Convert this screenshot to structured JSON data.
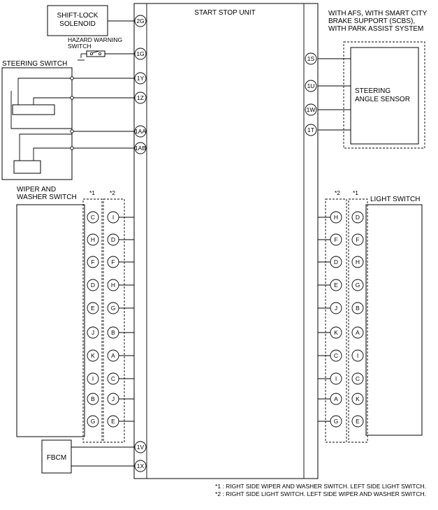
{
  "unit_title": "START STOP UNIT",
  "shift_lock": "SHIFT-LOCK\nSOLENOID",
  "hazard_switch": "HAZARD WARNING\nSWITCH",
  "steering_switch": "STEERING SWITCH",
  "afs_note": "WITH AFS, WITH SMART CITY\nBRAKE SUPPORT (SCBS),\nWITH PARK ASSIST SYSTEM",
  "steering_angle_sensor": "STEERING\nANGLE SENSOR",
  "wiper_switch": "WIPER AND\nWASHER SWITCH",
  "light_switch": "LIGHT SWITCH",
  "fbcm": "FBCM",
  "star1": "*1",
  "star2": "*2",
  "left_connectors": [
    "2G",
    "1G",
    "1Y",
    "1Z",
    "1AA",
    "1AB",
    "1V",
    "1X"
  ],
  "right_connectors": [
    "1S",
    "1U",
    "1W",
    "1T"
  ],
  "wiper_col1": [
    "C",
    "H",
    "F",
    "D",
    "E",
    "J",
    "K",
    "I",
    "B",
    "G"
  ],
  "wiper_col2": [
    "I",
    "D",
    "F",
    "H",
    "G",
    "B",
    "A",
    "C",
    "J",
    "E"
  ],
  "light_col2": [
    "H",
    "F",
    "D",
    "E",
    "J",
    "K",
    "C",
    "I",
    "A",
    "G"
  ],
  "light_col1": [
    "D",
    "F",
    "H",
    "G",
    "B",
    "A",
    "I",
    "C",
    "K",
    "E"
  ],
  "footnotes": [
    "*1 : RIGHT SIDE WIPER AND WASHER SWITCH. LEFT SIDE LIGHT SWITCH.",
    "*2 : RIGHT SIDE LIGHT SWITCH. LEFT SIDE WIPER AND WASHER SWITCH."
  ]
}
